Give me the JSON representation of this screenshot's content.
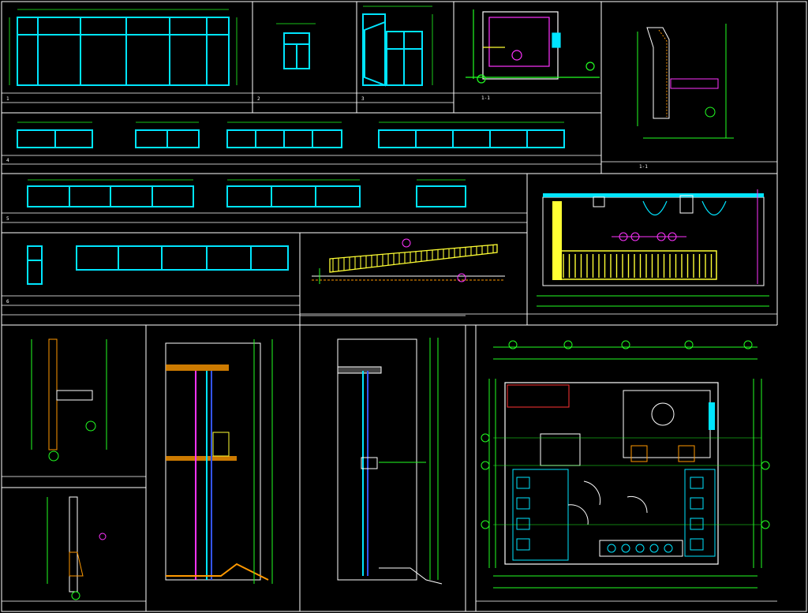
{
  "drawing": {
    "title_labels": {
      "section_a": "1-1",
      "section_b": "1-1"
    },
    "panel_numbers": [
      "1",
      "2",
      "3",
      "4",
      "5",
      "6"
    ],
    "colors": {
      "background": "#000000",
      "frame": "#ffffff",
      "glazing": "#00e5ff",
      "dimension": "#22ff22",
      "annotation": "#ff33ff",
      "railing": "#ffff33",
      "accent_red": "#ff3333",
      "hatch": "#ff9900"
    }
  }
}
